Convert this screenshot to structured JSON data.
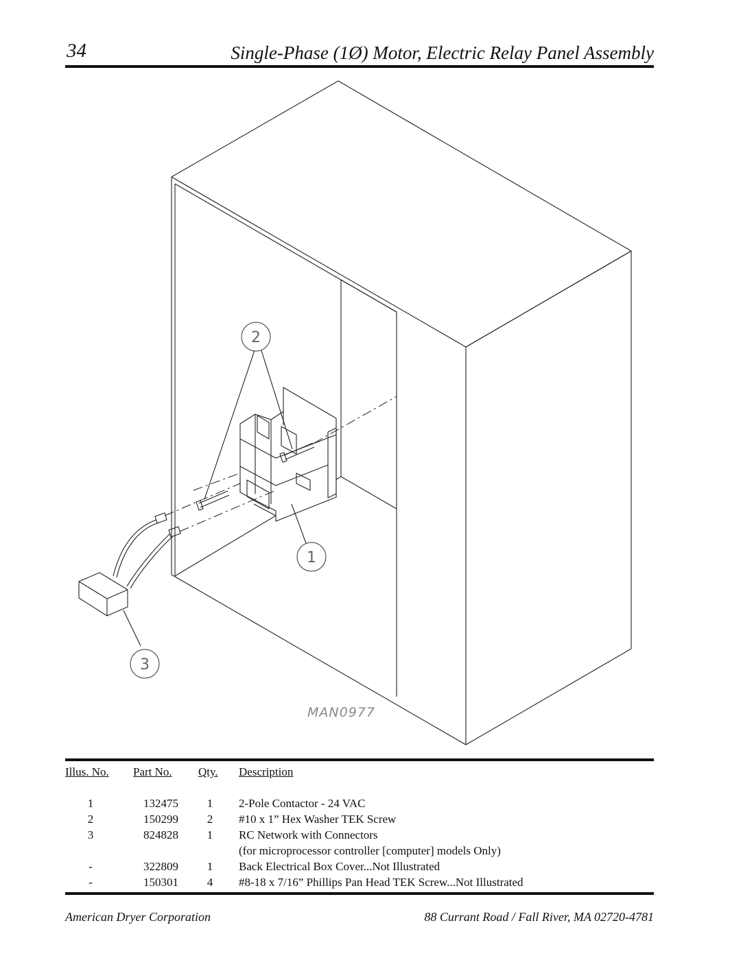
{
  "header": {
    "page_number": "34",
    "title": "Single-Phase (1Ø) Motor, Electric Relay Panel Assembly"
  },
  "drawing": {
    "callouts": [
      "1",
      "2",
      "3"
    ],
    "drawing_number": "MAN0977"
  },
  "parts_table": {
    "headers": {
      "illus": "Illus. No.",
      "part": "Part No.",
      "qty": "Qty.",
      "desc": "Description"
    },
    "rows": [
      {
        "illus": "1",
        "part": "132475",
        "qty": "1",
        "desc": "2-Pole Contactor - 24 VAC"
      },
      {
        "illus": "2",
        "part": "150299",
        "qty": "2",
        "desc": "#10 x 1” Hex Washer TEK Screw"
      },
      {
        "illus": "3",
        "part": "824828",
        "qty": "1",
        "desc": "RC Network with Connectors"
      },
      {
        "illus": "",
        "part": "",
        "qty": "",
        "desc": "(for microprocessor controller [computer] models Only)"
      },
      {
        "illus": "-",
        "part": "322809",
        "qty": "1",
        "desc": "Back Electrical Box Cover...Not Illustrated"
      },
      {
        "illus": "-",
        "part": "150301",
        "qty": "4",
        "desc": "#8-18 x 7/16” Phillips Pan Head TEK Screw...Not Illustrated"
      }
    ]
  },
  "footer": {
    "company": "American Dryer Corporation",
    "address": "88 Currant Road / Fall River, MA 02720-4781"
  }
}
